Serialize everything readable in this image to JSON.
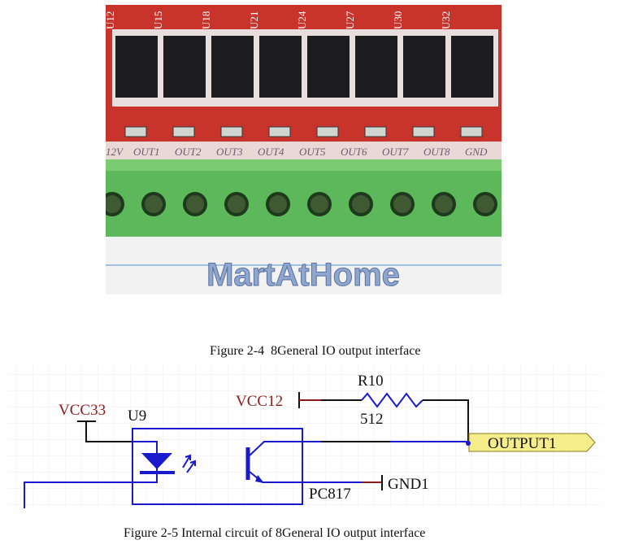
{
  "photo": {
    "chip_labels": [
      "U12",
      "U15",
      "U18",
      "U21",
      "U24",
      "U27",
      "U30",
      "U32"
    ],
    "terminal_labels": [
      "12V",
      "OUT1",
      "OUT2",
      "OUT3",
      "OUT4",
      "OUT5",
      "OUT6",
      "OUT7",
      "OUT8",
      "GND"
    ],
    "watermark": "MartAtHome"
  },
  "figure_2_4_caption": "Figure 2-4  8General IO output interface",
  "circuit": {
    "vcc12": "VCC12",
    "r_name": "R10",
    "r_value": "512",
    "vcc33": "VCC33",
    "u_name": "U9",
    "part": "PC817",
    "gnd": "GND1",
    "output": "OUTPUT1"
  },
  "figure_2_5_caption": "Figure 2-5 Internal circuit of 8General IO output interface",
  "colors": {
    "pcb_red": "#c8342c",
    "terminal_green": "#5cb85a",
    "wire_blue": "#1a1acc",
    "net_red": "#8b1a1a",
    "flag_yellow": "#f5ec8a"
  }
}
